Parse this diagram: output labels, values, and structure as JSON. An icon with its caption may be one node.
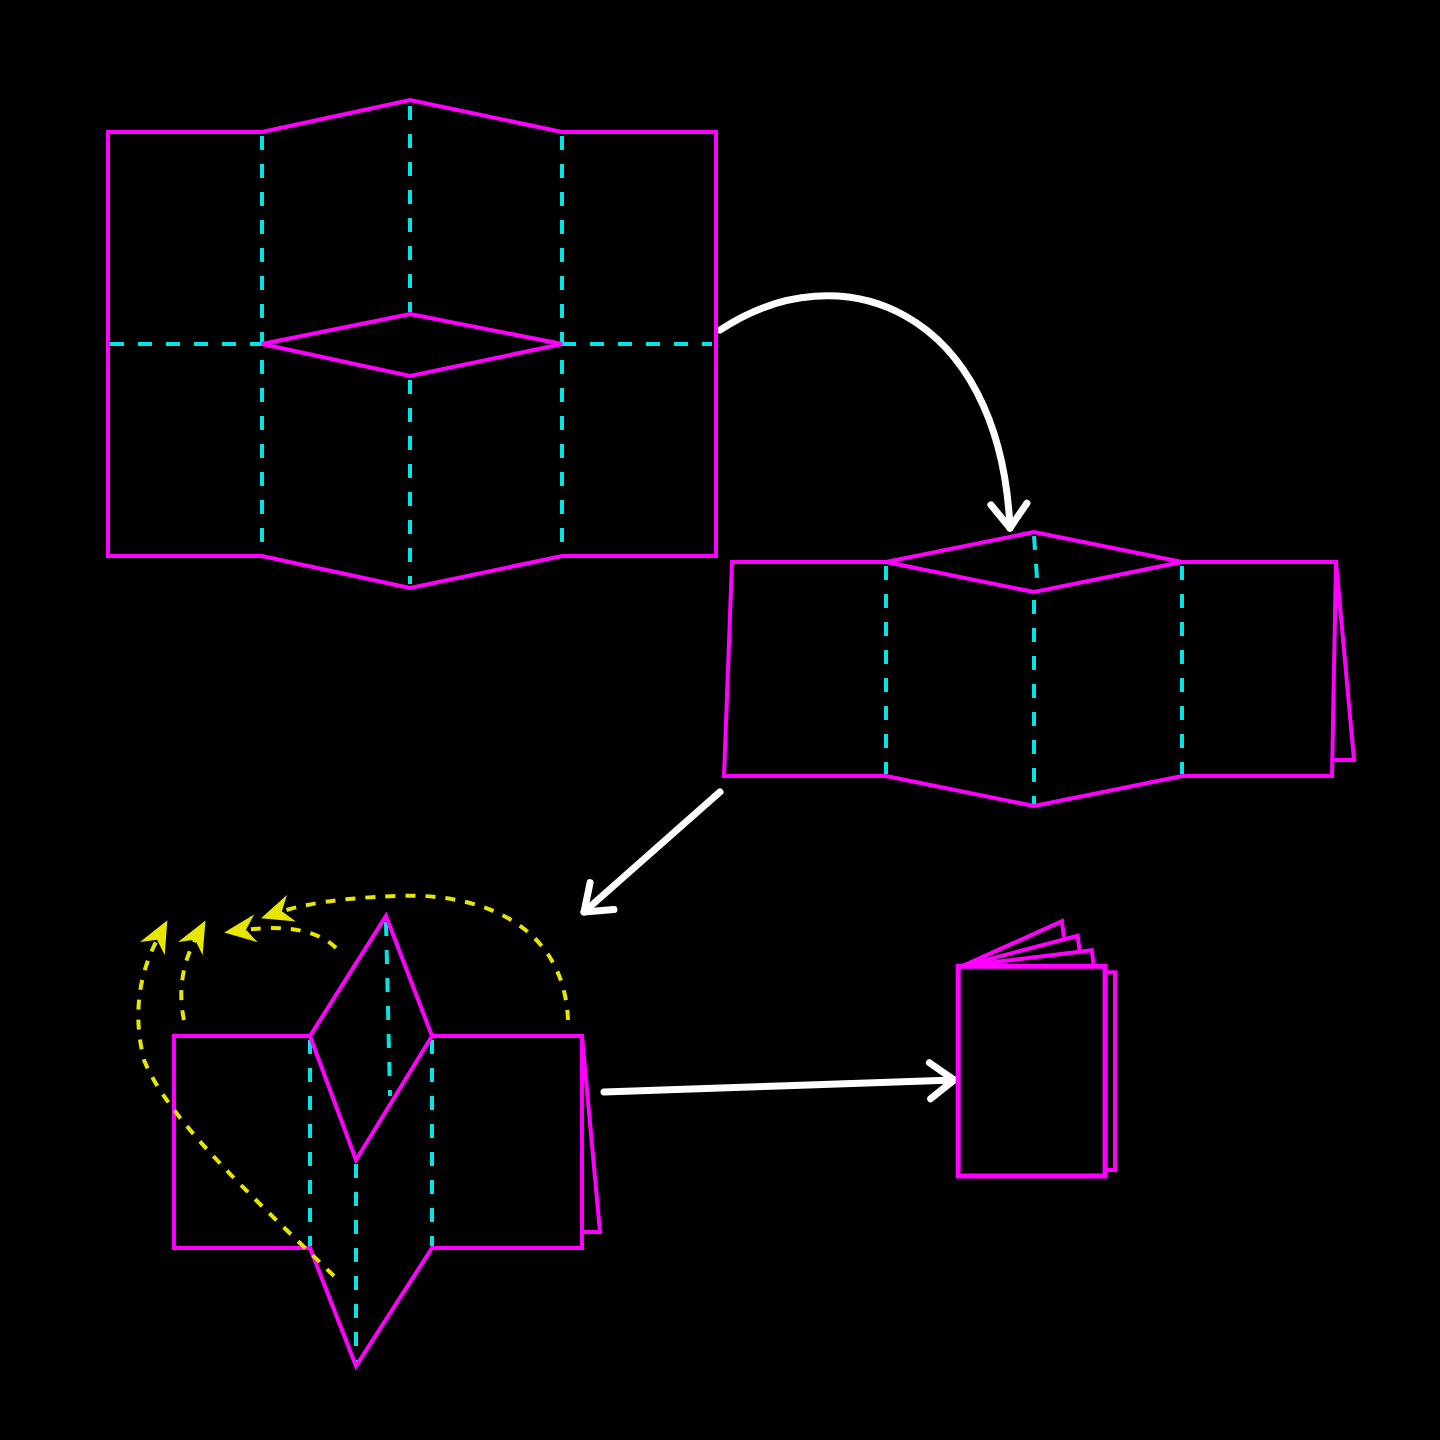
{
  "diagram": {
    "nodes": [
      {
        "text": [],
        "shape": "picture"
      },
      {
        "text": [],
        "shape": "picture"
      },
      {
        "text": [],
        "shape": "picture"
      },
      {
        "text": [],
        "shape": "book"
      }
    ],
    "edges": [
      {
        "from": 0,
        "to": 1,
        "arrow": "to"
      },
      {
        "from": 1,
        "to": 2,
        "arrow": "to"
      },
      {
        "from": 2,
        "to": 3,
        "arrow": "to"
      }
    ]
  }
}
